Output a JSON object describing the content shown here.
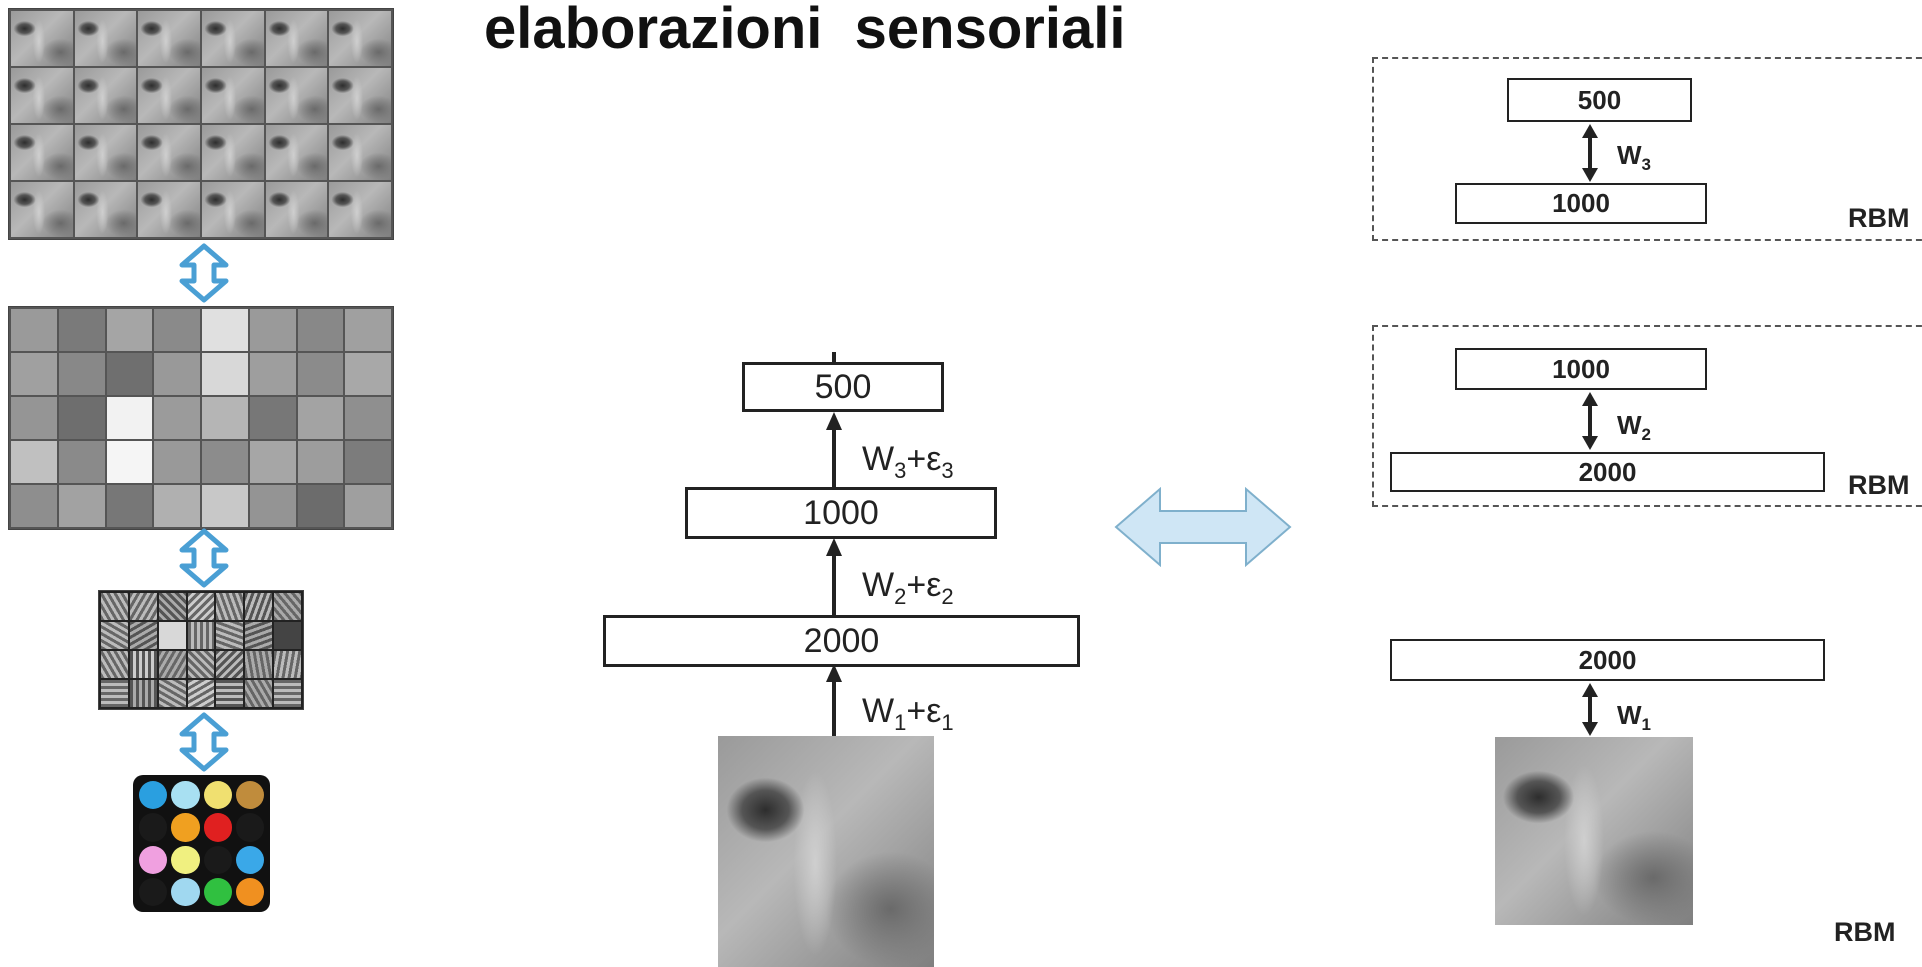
{
  "title": "elaborazioni  sensoriali",
  "left_stack": {
    "dot_colors": [
      "#2a9fe0",
      "#a8e0f2",
      "#f0e070",
      "#c08c3c",
      "#1a1a1a",
      "#f0a020",
      "#e02020",
      "#1a1a1a",
      "#f0a0e0",
      "#f0f080",
      "#1a1a1a",
      "#3aa8e8",
      "#1a1a1a",
      "#a0d8f0",
      "#30c040",
      "#f09020"
    ]
  },
  "center_network": {
    "layers": [
      {
        "label": "500"
      },
      {
        "label": "1000"
      },
      {
        "label": "2000"
      }
    ],
    "weights": [
      {
        "w": "W",
        "wsub": "3",
        "plus": "+ε",
        "esub": "3"
      },
      {
        "w": "W",
        "wsub": "2",
        "plus": "+ε",
        "esub": "2"
      },
      {
        "w": "W",
        "wsub": "1",
        "plus": "+ε",
        "esub": "1"
      }
    ]
  },
  "rbm_stack": [
    {
      "top": "500",
      "bottom": "1000",
      "w": "W",
      "wsub": "3",
      "label": "RBM"
    },
    {
      "top": "1000",
      "bottom": "2000",
      "w": "W",
      "wsub": "2",
      "label": "RBM"
    },
    {
      "top": "2000",
      "w": "W",
      "wsub": "1",
      "label": "RBM"
    }
  ],
  "colors": {
    "arrow_blue": "#4a9fd4",
    "double_arrow_fill": "#cfe6f5",
    "double_arrow_stroke": "#7fb0cc"
  }
}
